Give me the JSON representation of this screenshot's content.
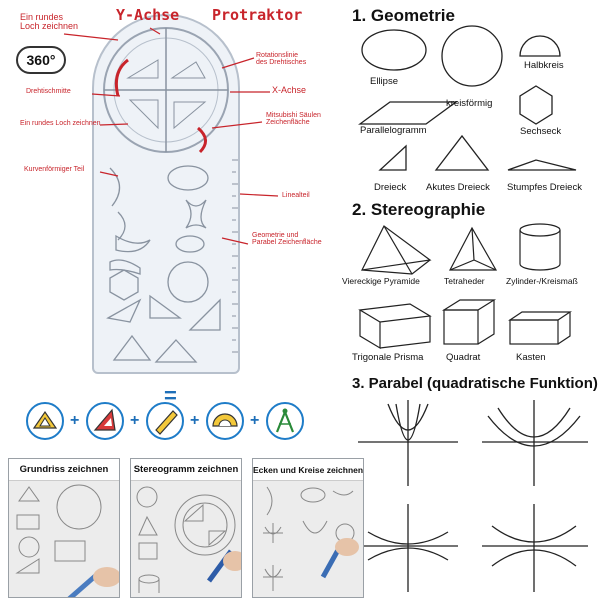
{
  "callouts": {
    "y_achse": "Y-Achse",
    "protraktor": "Protraktor",
    "rundes_loch_1": "Ein rundes",
    "rundes_loch_2": "Loch zeichnen",
    "badge_360": "360°",
    "rotationslinie_1": "Rotationslinie",
    "rotationslinie_2": "des Drehtisches",
    "drehtischmitte": "Drehtischmitte",
    "x_achse": "X-Achse",
    "rundes_loch_zeichnen": "Ein rundes Loch zeichnen",
    "mitsubishi_1": "Mitsubishi Säulen",
    "mitsubishi_2": "Zeichenfläche",
    "kurvenfoermiger_teil": "Kurvenförmiger Teil",
    "linealteil": "Linealteil",
    "geometrie_1": "Geometrie und",
    "geometrie_2": "Parabel Zeichenfläche"
  },
  "sections": {
    "geometrie": {
      "title": "1. Geometrie",
      "shapes": [
        "Ellipse",
        "kreisförmig",
        "Halbkreis",
        "Parallelogramm",
        "Sechseck",
        "Dreieck",
        "Akutes Dreieck",
        "Stumpfes Dreieck"
      ]
    },
    "stereographie": {
      "title": "2. Stereographie",
      "shapes": [
        "Viereckige Pyramide",
        "Tetraheder",
        "Zylinder-/Kreismaß",
        "Trigonale Prisma",
        "Quadrat",
        "Kasten"
      ]
    },
    "parabel": {
      "title": "3. Parabel (quadratische Funktion)"
    }
  },
  "bottom": {
    "equals": "=",
    "plus": "+",
    "tools": [
      "set-square-icon",
      "triangle-ruler-icon",
      "pencil-ruler-icon",
      "protractor-icon",
      "compass-icon"
    ],
    "panels": [
      "Grundriss zeichnen",
      "Stereogramm zeichnen",
      "Ecken und Kreise zeichnen"
    ]
  },
  "colors": {
    "callout": "#c8242b",
    "accent_blue": "#1e7cc8",
    "ruler": "#eef2f7"
  }
}
